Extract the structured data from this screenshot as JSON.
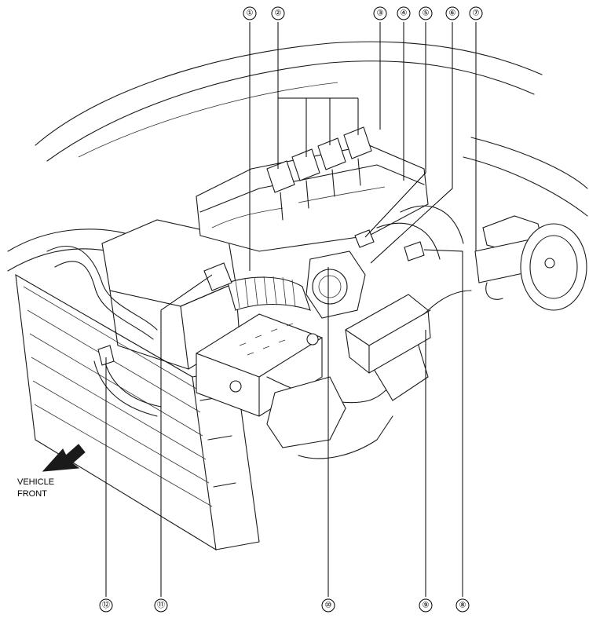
{
  "vehicle_front": {
    "line1": "VEHICLE",
    "line2": "FRONT"
  },
  "callouts": [
    {
      "id": "c1",
      "label": "①"
    },
    {
      "id": "c2",
      "label": "②"
    },
    {
      "id": "c3",
      "label": "③"
    },
    {
      "id": "c4",
      "label": "④"
    },
    {
      "id": "c5",
      "label": "⑤"
    },
    {
      "id": "c6",
      "label": "⑥"
    },
    {
      "id": "c7",
      "label": "⑦"
    },
    {
      "id": "c8",
      "label": "⑧"
    },
    {
      "id": "c9",
      "label": "⑨"
    },
    {
      "id": "c10",
      "label": "⑩"
    },
    {
      "id": "c11",
      "label": "⑪"
    },
    {
      "id": "c12",
      "label": "⑫"
    }
  ]
}
